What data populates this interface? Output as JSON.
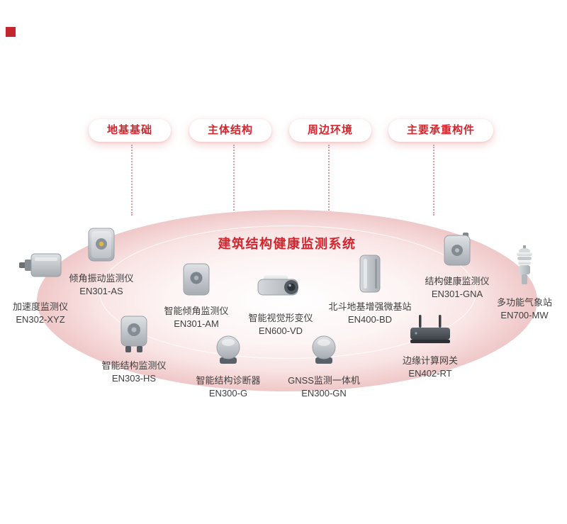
{
  "diagram": {
    "title": "建筑结构健康监测系统"
  },
  "categories": [
    {
      "label": "地基基础"
    },
    {
      "label": "主体结构"
    },
    {
      "label": "周边环境"
    },
    {
      "label": "主要承重构件"
    }
  ],
  "devices": [
    {
      "name": "加速度监测仪",
      "model": "EN302-XYZ",
      "icon": "accelerometer-icon"
    },
    {
      "name": "倾角振动监测仪",
      "model": "EN301-AS",
      "icon": "tilt-vibration-sensor-icon"
    },
    {
      "name": "智能倾角监测仪",
      "model": "EN301-AM",
      "icon": "tilt-sensor-icon"
    },
    {
      "name": "智能视觉形变仪",
      "model": "EN600-VD",
      "icon": "vision-camera-icon"
    },
    {
      "name": "北斗地基增强微基站",
      "model": "EN400-BD",
      "icon": "base-station-icon"
    },
    {
      "name": "结构健康监测仪",
      "model": "EN301-GNA",
      "icon": "structure-health-sensor-icon"
    },
    {
      "name": "多功能气象站",
      "model": "EN700-MW",
      "icon": "weather-station-icon"
    },
    {
      "name": "智能结构监测仪",
      "model": "EN303-HS",
      "icon": "structure-monitor-icon"
    },
    {
      "name": "智能结构诊断器",
      "model": "EN300-G",
      "icon": "structure-diagnoser-icon"
    },
    {
      "name": "GNSS监测一体机",
      "model": "EN300-GN",
      "icon": "gnss-monitor-icon"
    },
    {
      "name": "边缘计算网关",
      "model": "EN402-RT",
      "icon": "edge-gateway-icon"
    }
  ],
  "colors": {
    "accent_red": "#d2262e",
    "ellipse_pink": "#f2cecf",
    "label_text": "#3f3f3f"
  }
}
